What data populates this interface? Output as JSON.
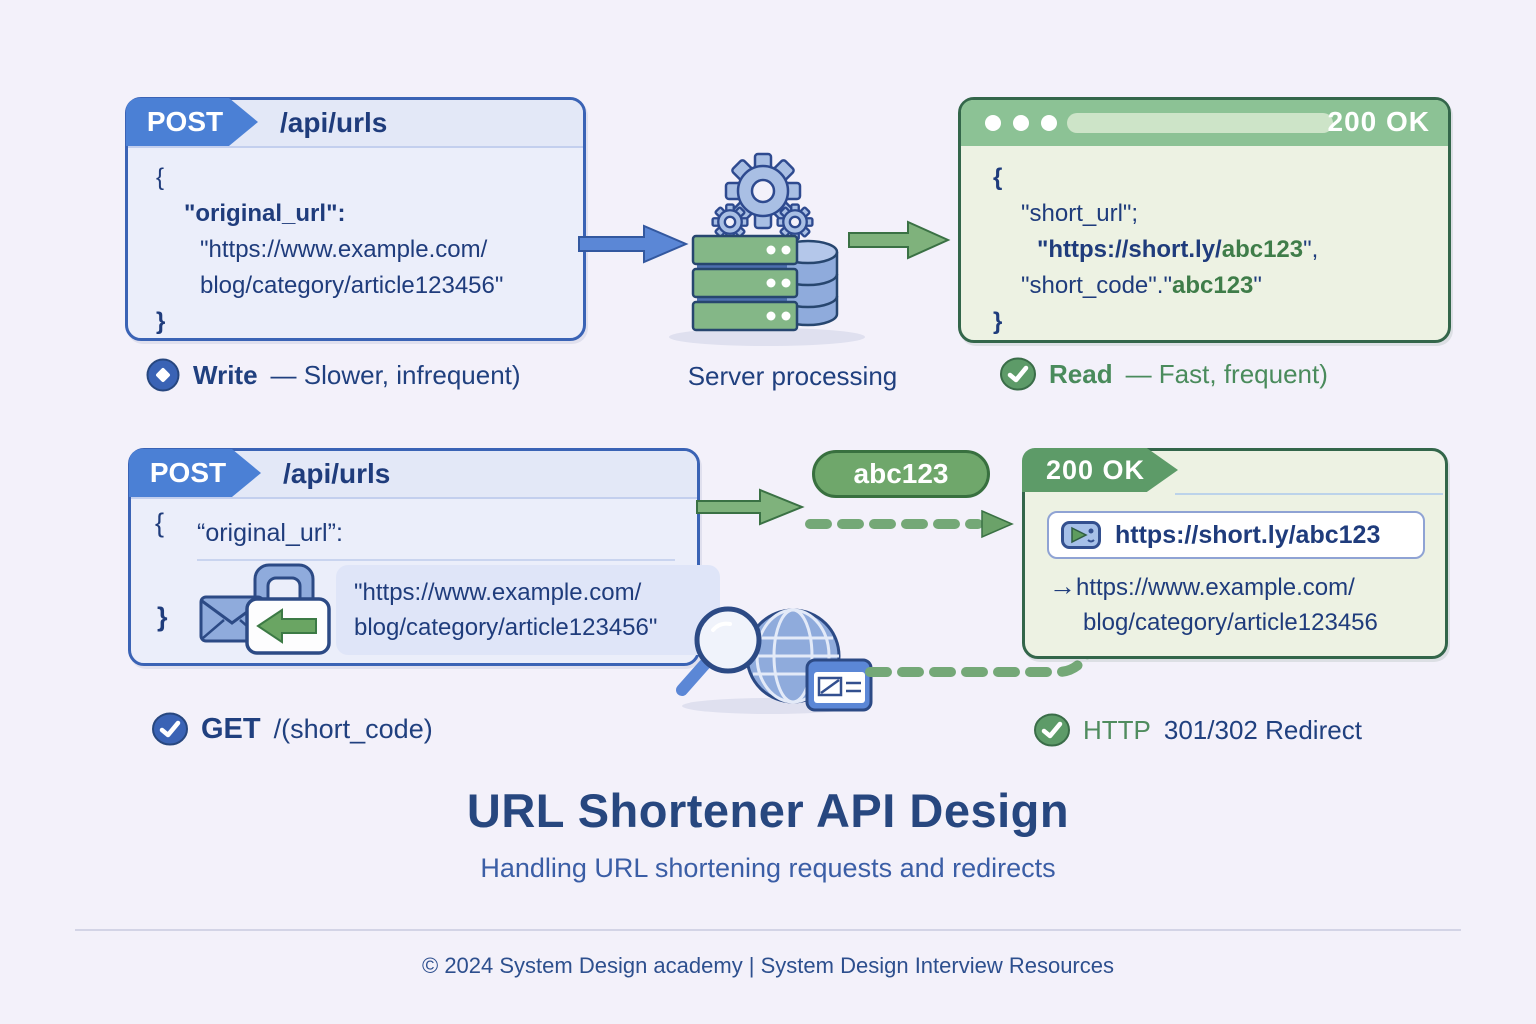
{
  "colors": {
    "background": "#f3f1fa",
    "navy": "#20407f",
    "blue_accent": "#4b80d5",
    "green_accent": "#5d9b68",
    "green_code": "#3f7d49"
  },
  "row1": {
    "request": {
      "method": "POST",
      "path": "/api/urls",
      "brace_open": "{",
      "key": "\"original_url\":",
      "url_line1": "\"https://www.example.com/",
      "url_line2": "blog/category/article123456\"",
      "brace_close": "}"
    },
    "server_label": "Server processing",
    "response": {
      "status": "200 OK",
      "brace_open": "{",
      "line1": "\"short_url\";",
      "line2_prefix": "\"https://short.ly/",
      "line2_code": "abc123",
      "line2_suffix": "\",",
      "line3_prefix": "\"short_code\".\"",
      "line3_code": "abc123",
      "line3_suffix": "\"",
      "brace_close": "}"
    },
    "write_label": {
      "title": "Write",
      "detail": "— Slower, infrequent)"
    },
    "read_label": {
      "title": "Read",
      "detail": "— Fast, frequent)"
    }
  },
  "row2": {
    "request": {
      "method": "POST",
      "path": "/api/urls",
      "brace_open": "{",
      "key": "“original_url”:",
      "brace_close": "}",
      "url_line1": "\"https://www.example.com/",
      "url_line2": "blog/category/article123456\""
    },
    "short_code_pill": "abc123",
    "response": {
      "status": "200 OK",
      "url_bar": "https://short.ly/abc123",
      "redirect_arrow": "→",
      "redirect_line1": "https://www.example.com/",
      "redirect_line2": "blog/category/article123456"
    },
    "get_label": {
      "title": "GET",
      "detail": "/(short_code)"
    },
    "redirect_label": {
      "prefix": "HTTP",
      "detail": "301/302 Redirect"
    }
  },
  "titles": {
    "title": "URL Shortener API Design",
    "subtitle": "Handling URL shortening requests and redirects",
    "copyright": "© 2024 System Design academy | System Design Interview Resources"
  }
}
